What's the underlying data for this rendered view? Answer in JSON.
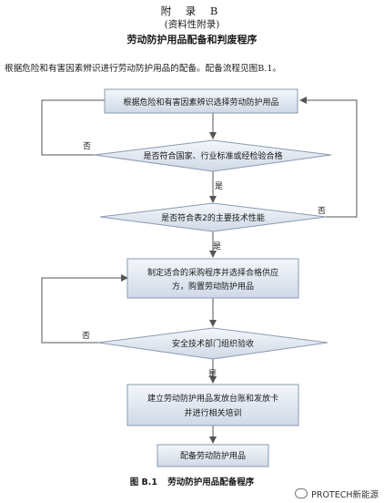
{
  "header": {
    "annex": "附 录 B",
    "subtitle": "(资料性附录)",
    "title": "劳动防护用品配备和判废程序"
  },
  "intro": "根据危险和有害因素辨识进行劳动防护用品的配备。配备流程见图B.1。",
  "flowchart": {
    "box1": "根据危险和有害因素辨识选择劳动防护用品",
    "diamond1": "是否符合国家、行业标准或经检验合格",
    "diamond2": "是否符合表2的主要技术性能",
    "box2_line1": "制定适合的采购程序并选择合格供应",
    "box2_line2": "方，购置劳动防护用品",
    "diamond3": "安全技术部门组织验收",
    "box3_line1": "建立劳动防护用品发放台账和发放卡",
    "box3_line2": "并进行相关培训",
    "box4": "配备劳动防护用品",
    "yes1": "是",
    "yes2": "是",
    "yes3": "是",
    "no1": "否",
    "no2": "否",
    "no3": "否"
  },
  "caption": {
    "number": "图 B.1",
    "text": "劳动防护用品配备程序"
  },
  "watermark": "PROTECH新能源",
  "colors": {
    "box_fill_top": "#f4f7fb",
    "box_fill_bottom": "#cfd9e6",
    "box_stroke": "#8a9bb0",
    "line": "#555555"
  }
}
